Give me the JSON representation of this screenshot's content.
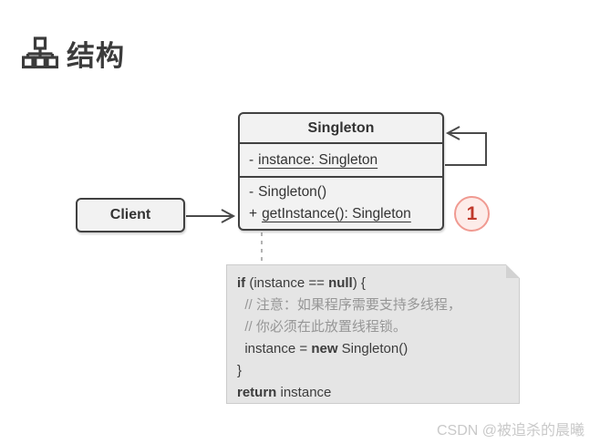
{
  "header": {
    "title": "结构"
  },
  "diagram": {
    "client_class": {
      "name": "Client"
    },
    "singleton_class": {
      "name": "Singleton",
      "field_visibility": "-",
      "field_text": "instance: Singleton",
      "method1_visibility": "-",
      "method1_text": "Singleton()",
      "method2_visibility": "+",
      "method2_text": "getInstance(): Singleton"
    },
    "annotation_badge": "1",
    "note": {
      "lines": [
        {
          "type": "code",
          "segments": [
            {
              "t": "if",
              "bold": true
            },
            {
              "t": " (instance == "
            },
            {
              "t": "null",
              "bold": true
            },
            {
              "t": ") {"
            }
          ]
        },
        {
          "type": "comment",
          "text": "  // 注意：如果程序需要支持多线程，"
        },
        {
          "type": "comment",
          "text": "  // 你必须在此放置线程锁。"
        },
        {
          "type": "code",
          "segments": [
            {
              "t": "  instance = "
            },
            {
              "t": "new",
              "bold": true
            },
            {
              "t": " Singleton()"
            }
          ]
        },
        {
          "type": "code",
          "segments": [
            {
              "t": "}"
            }
          ]
        },
        {
          "type": "code",
          "segments": [
            {
              "t": "return",
              "bold": true
            },
            {
              "t": " instance"
            }
          ]
        }
      ]
    }
  },
  "watermark": "CSDN @被追杀的晨曦",
  "colors": {
    "line": "#4a4a4a",
    "box_border": "#414141",
    "box_fill": "#f2f2f2",
    "note_fill": "#e5e5e5",
    "badge_fill": "#fdece9",
    "badge_border": "#f09a91",
    "badge_text": "#c0392b",
    "comment_text": "#969696",
    "dashed_line": "#b3b3b3"
  }
}
